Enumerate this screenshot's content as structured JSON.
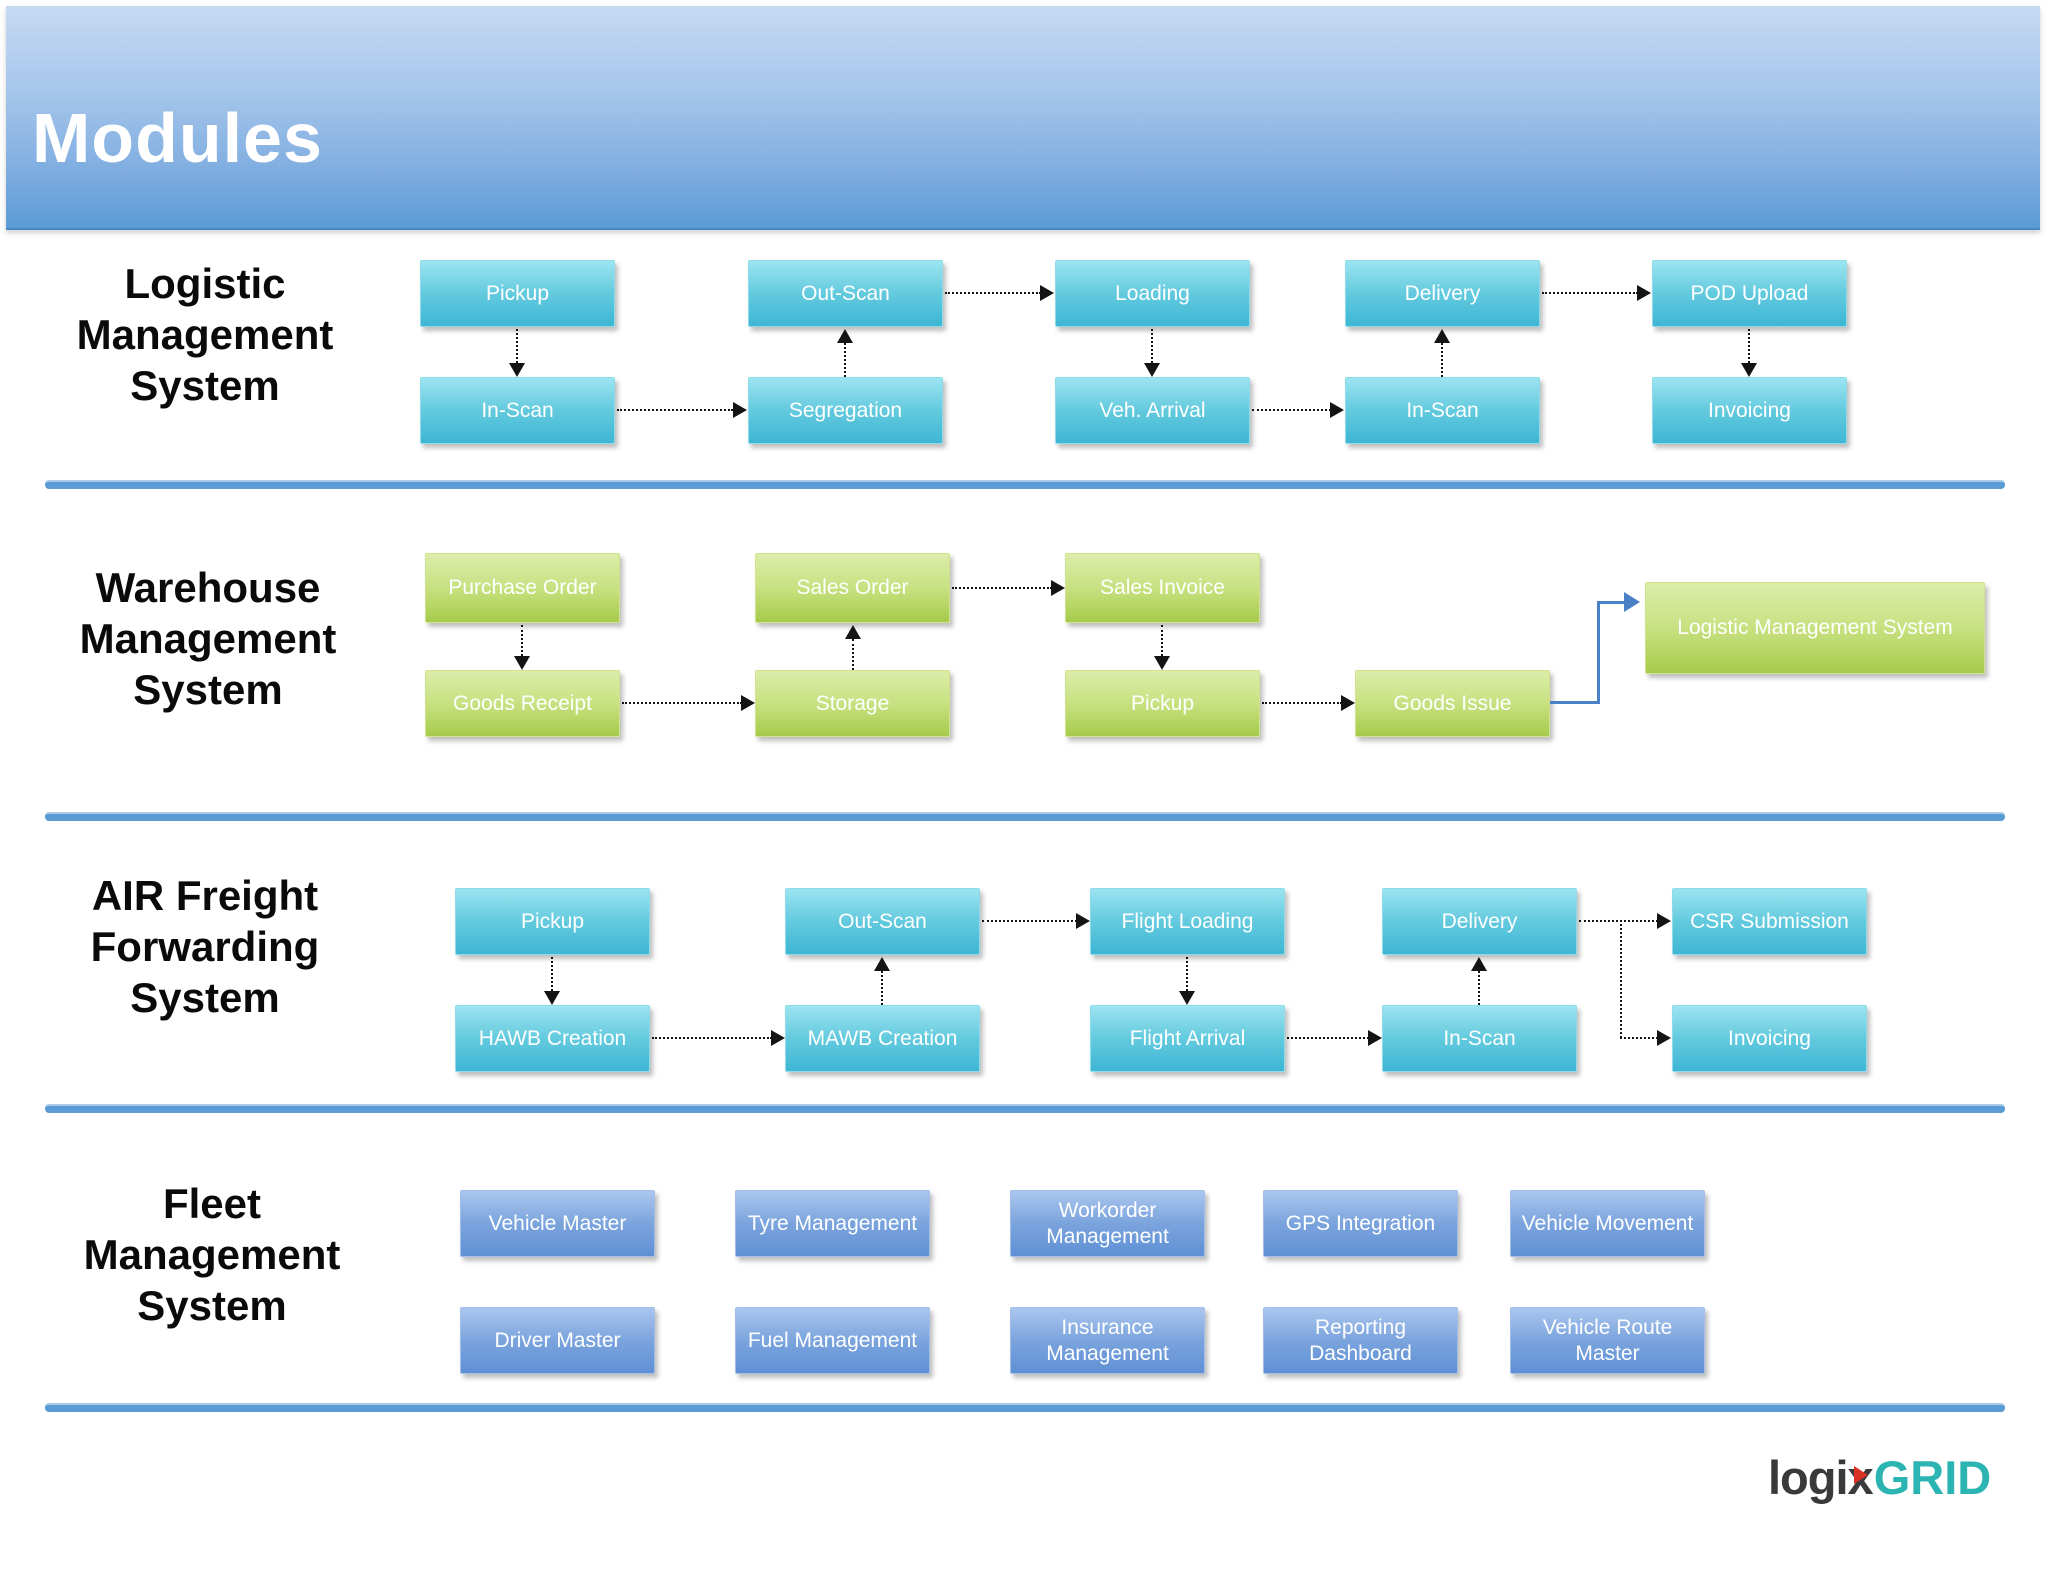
{
  "header": {
    "title": "Modules"
  },
  "sections": [
    {
      "title": "Logistic Management System",
      "boxes": {
        "pickup": "Pickup",
        "outscan": "Out-Scan",
        "loading": "Loading",
        "delivery": "Delivery",
        "pod_upload": "POD Upload",
        "inscan1": "In-Scan",
        "segregation": "Segregation",
        "veh_arrival": "Veh. Arrival",
        "inscan2": "In-Scan",
        "invoicing": "Invoicing"
      }
    },
    {
      "title": "Warehouse Management System",
      "boxes": {
        "purchase_order": "Purchase Order",
        "sales_order": "Sales Order",
        "sales_invoice": "Sales Invoice",
        "goods_receipt": "Goods Receipt",
        "storage": "Storage",
        "pickup": "Pickup",
        "goods_issue": "Goods Issue",
        "lms_link": "Logistic Management System"
      }
    },
    {
      "title": "AIR Freight Forwarding System",
      "boxes": {
        "pickup": "Pickup",
        "outscan": "Out-Scan",
        "flight_loading": "Flight Loading",
        "delivery": "Delivery",
        "csr_submission": "CSR Submission",
        "hawb_creation": "HAWB Creation",
        "mawb_creation": "MAWB Creation",
        "flight_arrival": "Flight Arrival",
        "inscan": "In-Scan",
        "invoicing": "Invoicing"
      }
    },
    {
      "title": "Fleet Management System",
      "boxes": {
        "vehicle_master": "Vehicle Master",
        "tyre_management": "Tyre Management",
        "workorder_management": "Workorder Management",
        "gps_integration": "GPS Integration",
        "vehicle_movement": "Vehicle Movement",
        "driver_master": "Driver Master",
        "fuel_management": "Fuel Management",
        "insurance_management": "Insurance Management",
        "reporting_dashboard": "Reporting Dashboard",
        "vehicle_route_master": "Vehicle Route Master"
      }
    }
  ],
  "logo": {
    "part_dark": "logi",
    "part_x": "x",
    "part_teal": "GRID"
  },
  "colors": {
    "header_blue": "#5b9bd5",
    "cyan_box": "#3eb6d5",
    "green_box": "#a6cb4b",
    "fleet_blue_box": "#5f90d5",
    "divider": "#5b9bd5",
    "logo_teal": "#2cb4b3",
    "logo_red": "#d93025"
  }
}
